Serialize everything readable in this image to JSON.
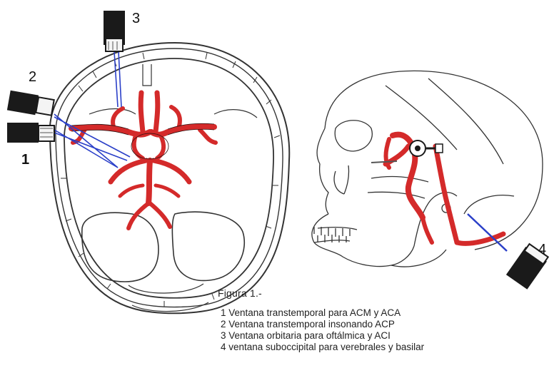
{
  "labels": {
    "n1": "1",
    "n2": "2",
    "n3": "3",
    "n4": "4"
  },
  "legend": {
    "title": "Figura 1.-",
    "items": [
      "1 Ventana transtemporal para ACM y ACA",
      "2 Ventana transtemporal insonando ACP",
      "3 Ventana orbitaria para oftálmica y ACI",
      "4 ventana suboccipital para verebrales y basilar"
    ]
  },
  "colors": {
    "artery": "#d42a2a",
    "ultrasound_beam": "#2a3fc8",
    "probe": "#1a1a1a",
    "outline": "#333333"
  }
}
